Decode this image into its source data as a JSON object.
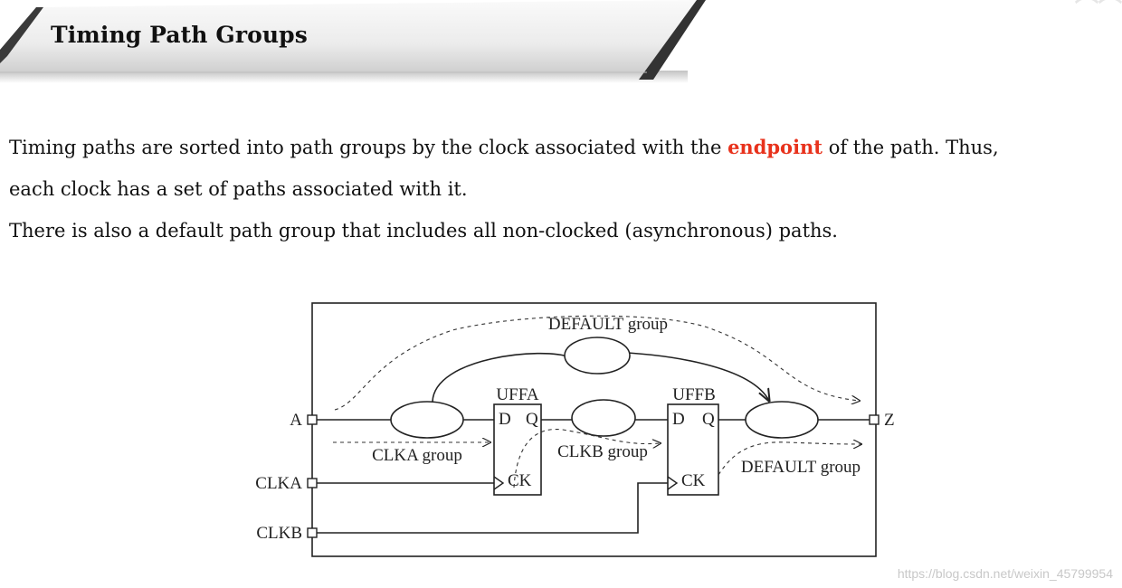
{
  "header": {
    "title": "Timing Path Groups",
    "accent_color": "#2a2a2a"
  },
  "content": {
    "line1_before": "Timing paths are sorted into path groups by the clock associated with the ",
    "line1_highlight": "endpoint",
    "line1_after": " of the path. Thus,",
    "line2": "each clock has a set of paths associated with it.",
    "line3": "There is also a default path group that includes all non-clocked (asynchronous) paths.",
    "highlight_color": "#e8321c"
  },
  "diagram": {
    "ports": {
      "in_a": "A",
      "in_clka": "CLKA",
      "in_clkb": "CLKB",
      "out_z": "Z"
    },
    "flops": [
      {
        "name": "UFFA",
        "d": "D",
        "q": "Q",
        "ck": "CK"
      },
      {
        "name": "UFFB",
        "d": "D",
        "q": "Q",
        "ck": "CK"
      }
    ],
    "groups": {
      "default_top": "DEFAULT group",
      "clka": "CLKA group",
      "clkb": "CLKB group",
      "default_bottom": "DEFAULT group"
    }
  },
  "footer": {
    "watermark": "https://blog.csdn.net/weixin_45799954"
  }
}
